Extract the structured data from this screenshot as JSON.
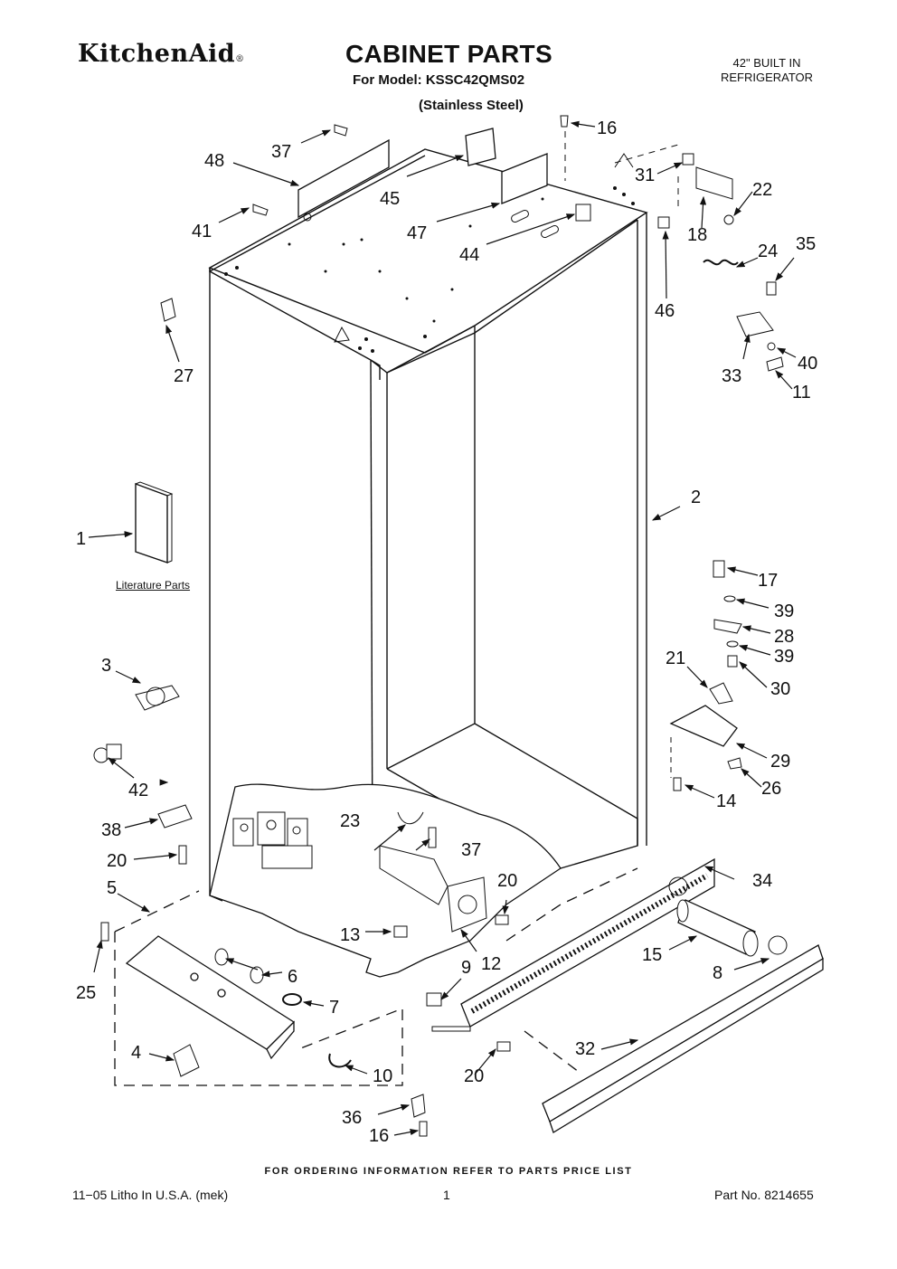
{
  "header": {
    "brand": "KitchenAid",
    "brand_mark": "®",
    "title": "CABINET PARTS",
    "model_line": "For Model: KSSC42QMS02",
    "finish": "(Stainless Steel)",
    "product_line1": "42\" BUILT IN",
    "product_line2": "REFRIGERATOR"
  },
  "literature_label": "Literature Parts",
  "callouts": {
    "c1": "1",
    "c2": "2",
    "c3": "3",
    "c4": "4",
    "c5": "5",
    "c6": "6",
    "c7": "7",
    "c8": "8",
    "c9": "9",
    "c10": "10",
    "c11": "11",
    "c12": "12",
    "c13": "13",
    "c14": "14",
    "c15": "15",
    "c16a": "16",
    "c16b": "16",
    "c17": "17",
    "c18": "18",
    "c20a": "20",
    "c20b": "20",
    "c20c": "20",
    "c21": "21",
    "c22": "22",
    "c23": "23",
    "c24": "24",
    "c25": "25",
    "c26": "26",
    "c27": "27",
    "c28": "28",
    "c29": "29",
    "c30": "30",
    "c31": "31",
    "c32": "32",
    "c33": "33",
    "c34": "34",
    "c35": "35",
    "c36": "36",
    "c37a": "37",
    "c37b": "37",
    "c38": "38",
    "c39a": "39",
    "c39b": "39",
    "c40": "40",
    "c41": "41",
    "c42": "42",
    "c44": "44",
    "c45": "45",
    "c46": "46",
    "c47": "47",
    "c48": "48"
  },
  "footer": {
    "ordering": "FOR ORDERING INFORMATION REFER TO PARTS PRICE LIST",
    "litho": "11−05 Litho In U.S.A. (mek)",
    "page": "1",
    "part_no": "Part No. 8214655"
  }
}
